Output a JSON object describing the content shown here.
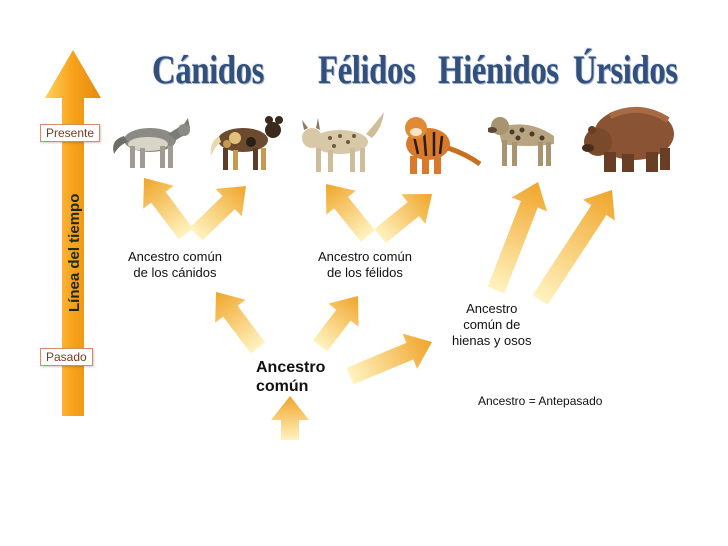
{
  "families": [
    "Cánidos",
    "Félidos",
    "Hiénidos",
    "Úrsidos"
  ],
  "timeline": {
    "title": "Línea del tiempo",
    "present_label": "Presente",
    "past_label": "Pasado"
  },
  "nodes": {
    "canid_ancestor": [
      "Ancestro común",
      "de los cánidos"
    ],
    "felid_ancestor": [
      "Ancestro común",
      "de los félidos"
    ],
    "hyena_bear_ancestor": [
      "Ancestro",
      "común de",
      "hienas y osos"
    ],
    "common_ancestor": [
      "Ancestro",
      "común"
    ]
  },
  "note": "Ancestro = Antepasado",
  "animals": [
    "wolf-icon",
    "wild-dog-icon",
    "lynx-icon",
    "tiger-icon",
    "hyena-icon",
    "bear-icon"
  ],
  "colors": {
    "title": "#33507c",
    "arrow_light": "#fff3c0",
    "arrow_dark": "#f0a52a",
    "timeline_arrow": "#f7a21b"
  }
}
